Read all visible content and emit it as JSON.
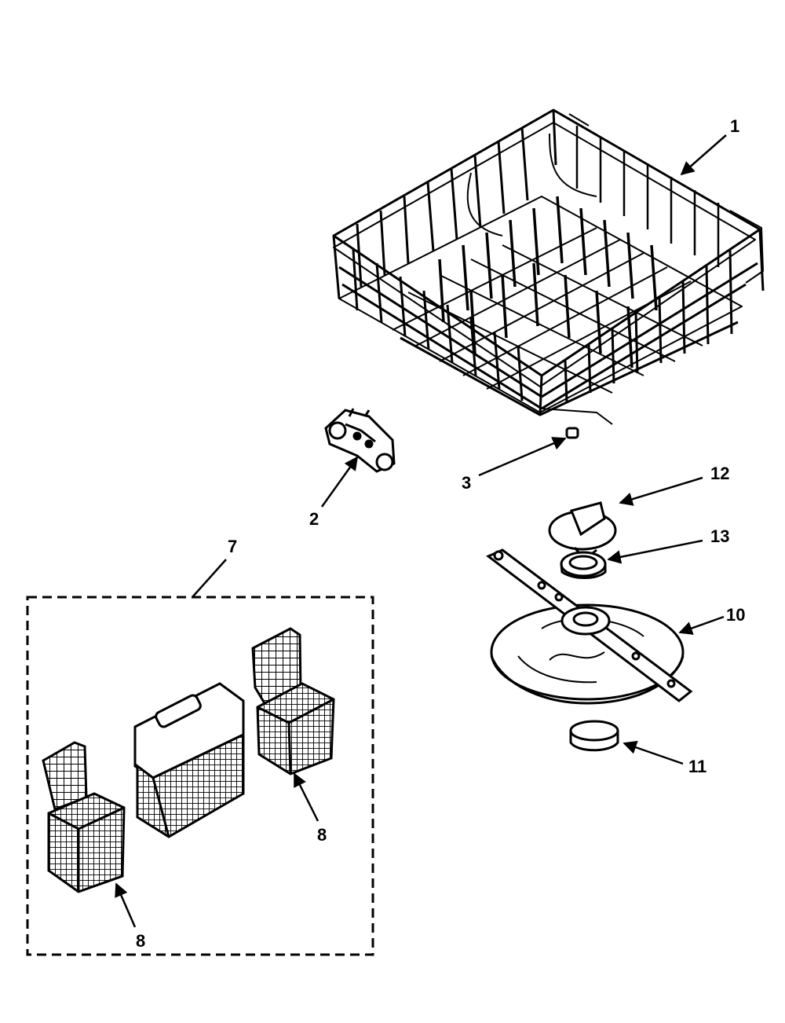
{
  "diagram": {
    "type": "exploded parts diagram",
    "parts": [
      {
        "id": "1",
        "callout": "1",
        "description": "lower dish rack"
      },
      {
        "id": "2",
        "callout": "2",
        "description": "rack roller assembly"
      },
      {
        "id": "3",
        "callout": "3",
        "description": "roller axle / pin"
      },
      {
        "id": "7",
        "callout": "7",
        "description": "silverware basket set (dashed group)"
      },
      {
        "id": "8a",
        "callout": "8",
        "description": "small basket with lid (right)"
      },
      {
        "id": "8b",
        "callout": "8",
        "description": "small basket with lid (left)"
      },
      {
        "id": "10",
        "callout": "10",
        "description": "lower spray arm and filter plate"
      },
      {
        "id": "11",
        "callout": "11",
        "description": "seal ring"
      },
      {
        "id": "12",
        "callout": "12",
        "description": "spray arm cap / nut"
      },
      {
        "id": "13",
        "callout": "13",
        "description": "bearing ring"
      }
    ]
  }
}
